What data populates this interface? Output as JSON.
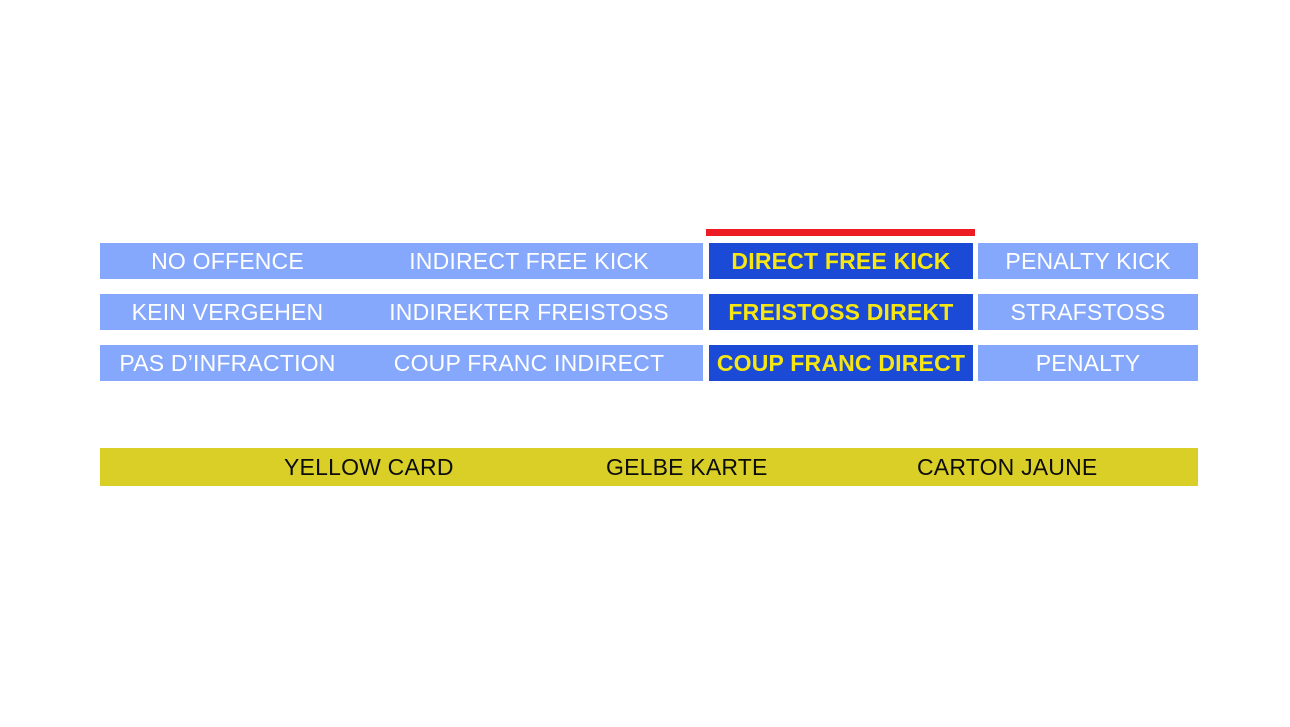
{
  "palette": {
    "background": "#ffffff",
    "segment_default_bg": "#85A8FC",
    "segment_default_text": "#ffffff",
    "segment_highlight_bg": "#1B4AD6",
    "segment_highlight_text": "#F5E614",
    "indicator_red": "#ED1C24",
    "card_yellow_bg": "#D9CF26",
    "card_yellow_text": "#0d0d0d"
  },
  "decision_scale": {
    "highlighted_index": 2,
    "rows": [
      {
        "language": "en",
        "segments": [
          {
            "label": "NO OFFENCE",
            "highlighted": false
          },
          {
            "label": "INDIRECT FREE KICK",
            "highlighted": false
          },
          {
            "label": "DIRECT FREE KICK",
            "highlighted": true
          },
          {
            "label": "PENALTY KICK",
            "highlighted": false
          }
        ]
      },
      {
        "language": "de",
        "segments": [
          {
            "label": "KEIN VERGEHEN",
            "highlighted": false
          },
          {
            "label": "INDIREKTER FREISTOSS",
            "highlighted": false
          },
          {
            "label": "FREISTOSS DIREKT",
            "highlighted": true
          },
          {
            "label": "STRAFSTOSS",
            "highlighted": false
          }
        ]
      },
      {
        "language": "fr",
        "segments": [
          {
            "label": "PAS D’INFRACTION",
            "highlighted": false
          },
          {
            "label": "COUP FRANC INDIRECT",
            "highlighted": false
          },
          {
            "label": "COUP FRANC DIRECT",
            "highlighted": true
          },
          {
            "label": "PENALTY",
            "highlighted": false
          }
        ]
      }
    ]
  },
  "card_bar": {
    "labels": {
      "en": "YELLOW CARD",
      "de": "GELBE KARTE",
      "fr": "CARTON JAUNE"
    }
  }
}
